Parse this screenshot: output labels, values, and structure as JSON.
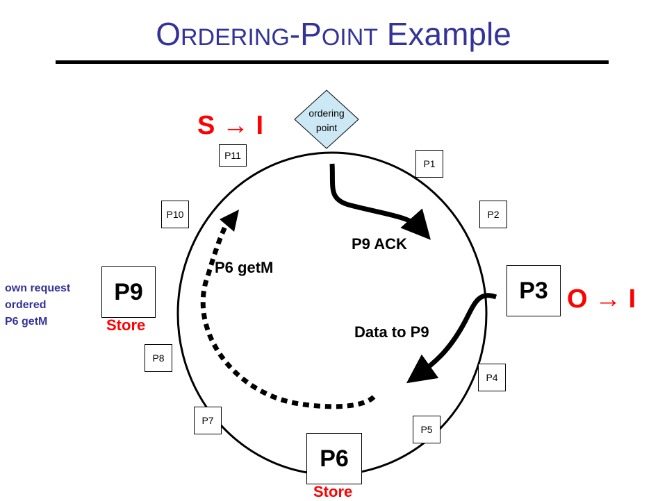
{
  "title": {
    "part1_cap": "O",
    "part1_rest": "RDERING",
    "dash": "-",
    "part2_cap": "P",
    "part2_rest": "OINT",
    "part3": " Example"
  },
  "ordering_point": {
    "line1": "ordering",
    "line2": "point",
    "fill": "#cce8f4"
  },
  "nodes": [
    "P11",
    "P1",
    "P10",
    "P2",
    "P8",
    "P4",
    "P7",
    "P5"
  ],
  "big_nodes": {
    "p9": "P9",
    "p3": "P3",
    "p6": "P6"
  },
  "transitions": {
    "s_to_i": "S → I",
    "o_to_i": "O → I"
  },
  "messages": {
    "p9_ack": "P9 ACK",
    "p6_getm": "P6 getM",
    "data_to_p9": "Data to P9"
  },
  "store_labels": {
    "p9": "Store",
    "p6": "Store"
  },
  "side_note": {
    "line1": "own request",
    "line2": "ordered",
    "line3": "P6 getM"
  },
  "colors": {
    "title": "#333399",
    "accent": "#ff0000",
    "note": "#333399"
  }
}
